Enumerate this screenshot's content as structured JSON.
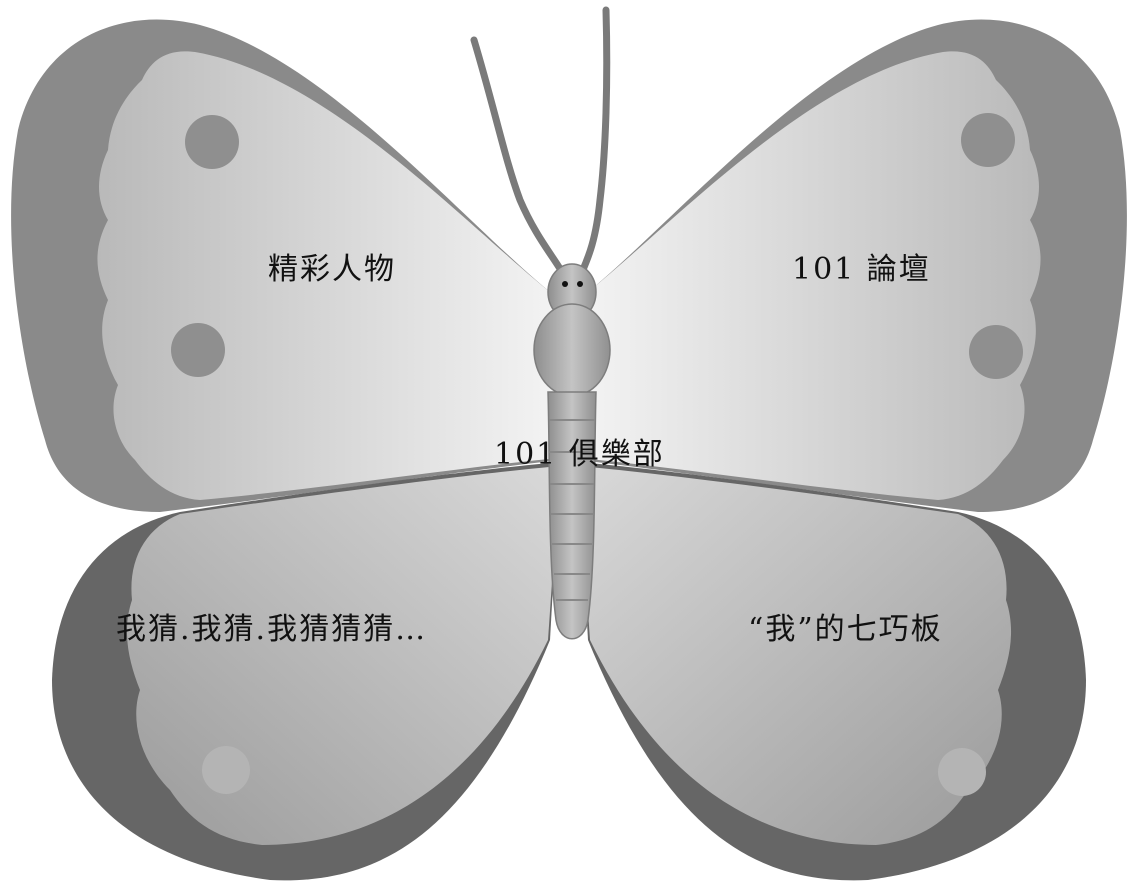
{
  "wings": {
    "upper_left": {
      "label": "精彩人物"
    },
    "upper_right": {
      "label": "101 論壇"
    },
    "center": {
      "label": "101 俱樂部"
    },
    "lower_left": {
      "label": "我猜.我猜.我猜猜猜…"
    },
    "lower_right": {
      "label": "“我”的七巧板"
    }
  },
  "colors": {
    "wing_border_upper": "#8a8a8a",
    "wing_border_lower": "#666666",
    "wing_inner_light": "#f2f2f2",
    "wing_inner_mid": "#b5b5b5",
    "spot": "#8f8f8f",
    "body": "#a9a9a9",
    "antenna": "#7a7a7a"
  }
}
